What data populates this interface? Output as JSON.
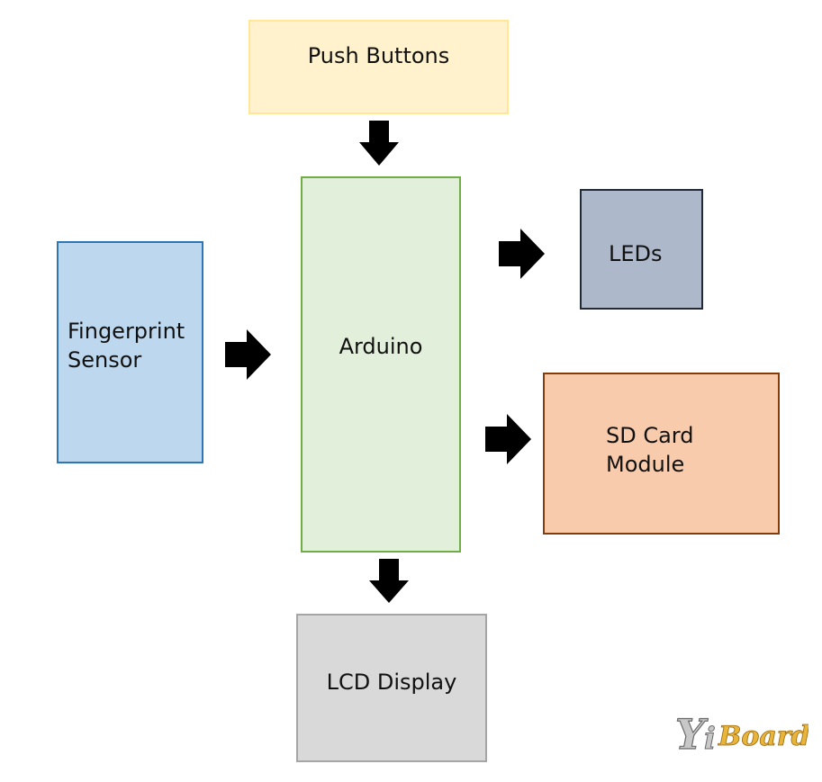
{
  "diagram": {
    "blocks": {
      "push_buttons": "Push Buttons",
      "arduino": "Arduino",
      "fingerprint_sensor": "Fingerprint\nSensor",
      "leds": "LEDs",
      "sd_card_module": "SD Card\nModule",
      "lcd_display": "LCD Display"
    },
    "connections": [
      {
        "from": "Push Buttons",
        "to": "Arduino"
      },
      {
        "from": "Fingerprint Sensor",
        "to": "Arduino"
      },
      {
        "from": "Arduino",
        "to": "LEDs"
      },
      {
        "from": "Arduino",
        "to": "SD Card Module"
      },
      {
        "from": "Arduino",
        "to": "LCD Display"
      }
    ],
    "watermark": "YiBoard",
    "colors": {
      "push_buttons_fill": "#fff2cc",
      "arduino_fill": "#e2efda",
      "fingerprint_fill": "#bdd7ee",
      "leds_fill": "#adb9ca",
      "sd_card_fill": "#f8cbad",
      "lcd_fill": "#d9d9d9",
      "arrow": "#000000"
    }
  }
}
